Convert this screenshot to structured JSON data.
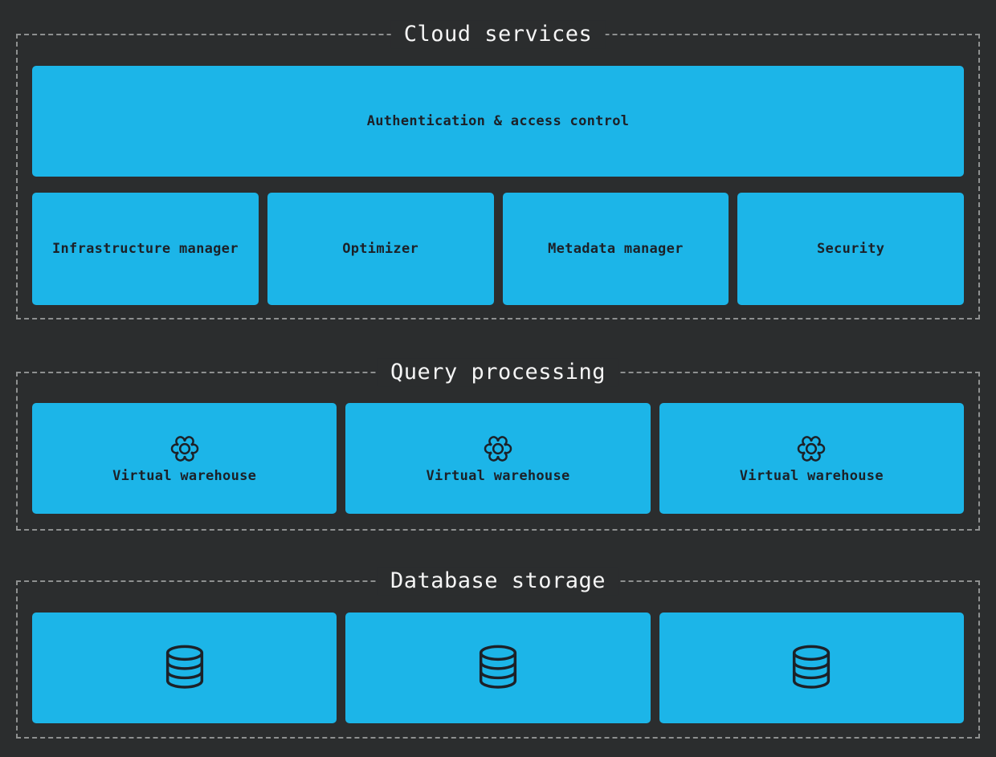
{
  "page": {
    "background_color": "#2b2d2e",
    "border_color": "#8e9090",
    "node_fill_color": "#1cb5e8",
    "node_text_color": "#1c2128",
    "title_color": "#f5f5f5"
  },
  "sections": {
    "cloud_services": {
      "title": "Cloud services",
      "banner": {
        "label": "Authentication & access control"
      },
      "boxes": [
        {
          "label": "Infrastructure manager"
        },
        {
          "label": "Optimizer"
        },
        {
          "label": "Metadata manager"
        },
        {
          "label": "Security"
        }
      ]
    },
    "query_processing": {
      "title": "Query processing",
      "boxes": [
        {
          "icon": "gear-icon",
          "label": "Virtual warehouse"
        },
        {
          "icon": "gear-icon",
          "label": "Virtual warehouse"
        },
        {
          "icon": "gear-icon",
          "label": "Virtual warehouse"
        }
      ]
    },
    "database_storage": {
      "title": "Database storage",
      "boxes": [
        {
          "icon": "database-icon"
        },
        {
          "icon": "database-icon"
        },
        {
          "icon": "database-icon"
        }
      ]
    }
  }
}
